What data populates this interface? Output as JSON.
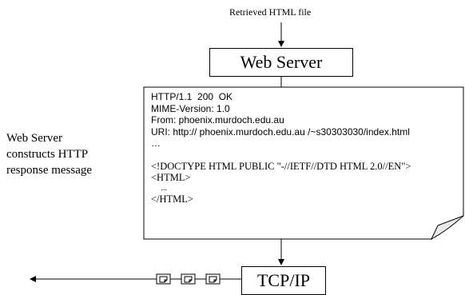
{
  "top_label": "Retrieved HTML file",
  "web_server_label": "Web Server",
  "side_label": {
    "lines": [
      "Web Server",
      "constructs HTTP",
      "response message"
    ]
  },
  "message": {
    "header_lines": [
      "HTTP/1.1  200  OK",
      "MIME-Version: 1.0",
      "From: phoenix.murdoch.edu.au",
      "URI: http:// phoenix.murdoch.edu.au /~s30303030/index.html",
      "…"
    ],
    "body_lines": [
      "<!DOCTYPE HTML PUBLIC \"-//IETF//DTD HTML 2.0//EN\">",
      "<HTML>",
      "     ...",
      "</HTML>"
    ]
  },
  "tcp_label": "TCP/IP",
  "packet_count": 3
}
